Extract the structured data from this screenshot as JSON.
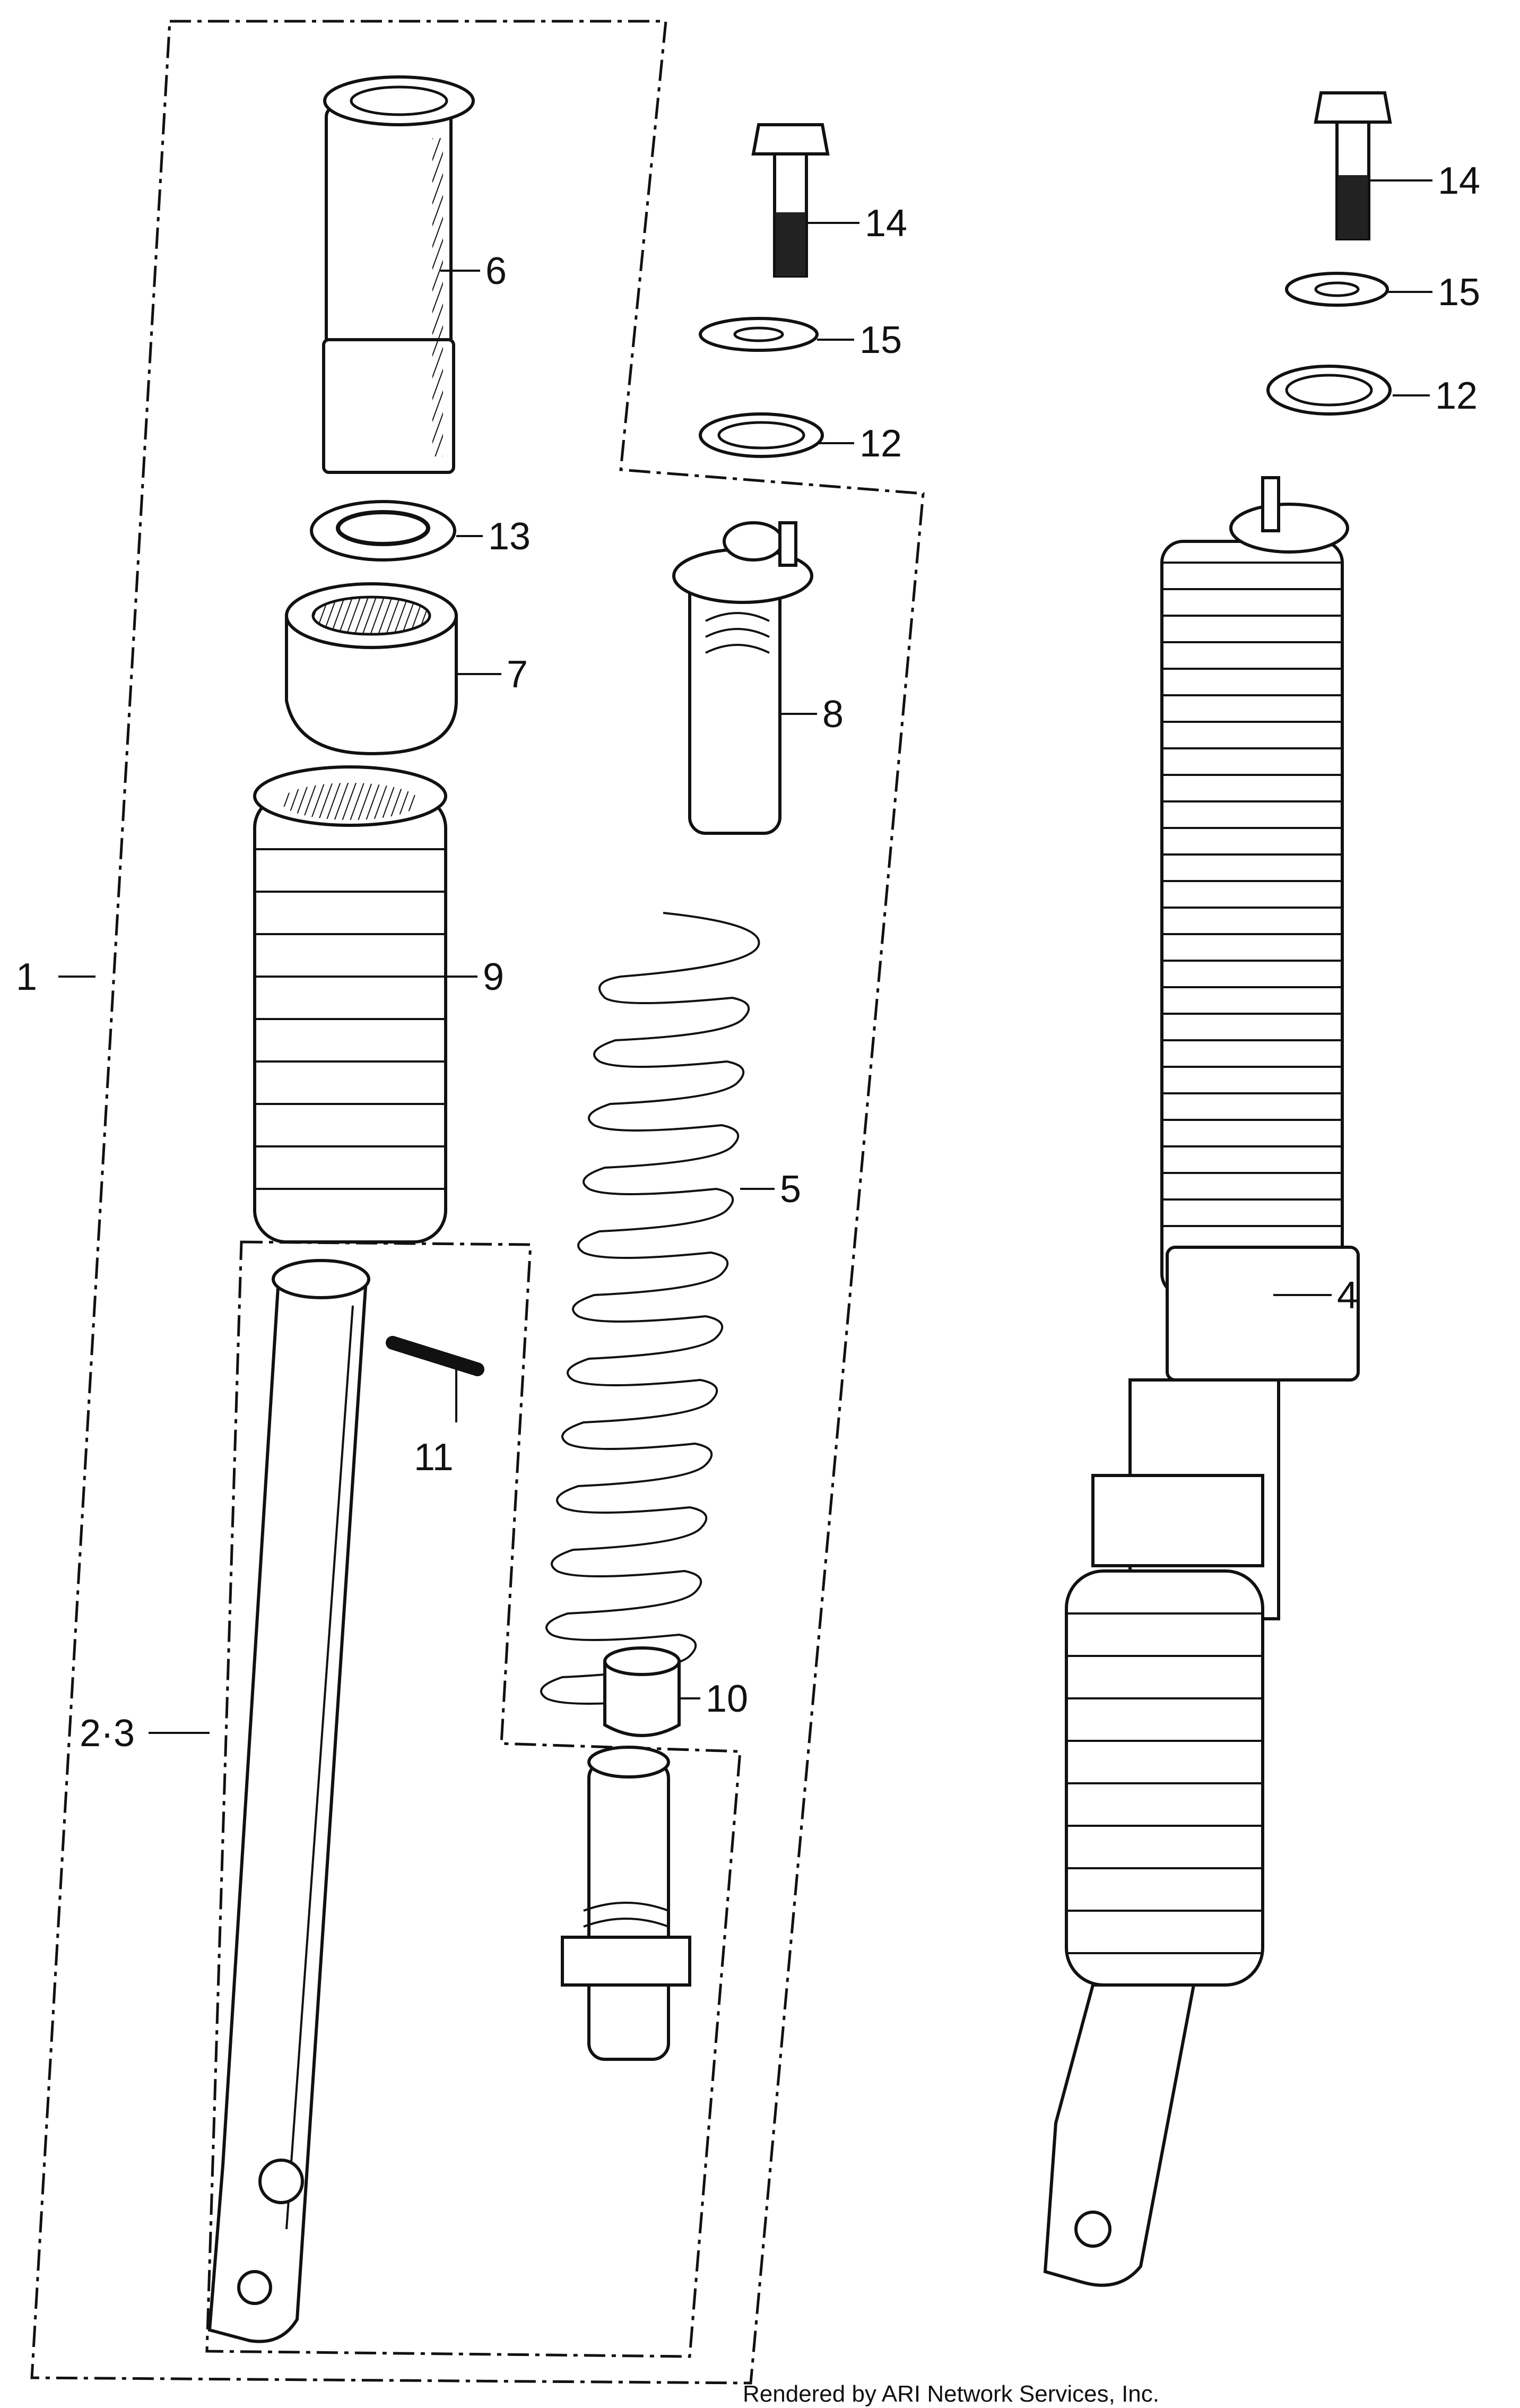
{
  "labels": {
    "p1": "1",
    "p23": "2·3",
    "p4": "4",
    "p5": "5",
    "p6": "6",
    "p7": "7",
    "p8": "8",
    "p9": "9",
    "p10": "10",
    "p11": "11",
    "p12a": "12",
    "p12b": "12",
    "p13": "13",
    "p14a": "14",
    "p14b": "14",
    "p15a": "15",
    "p15b": "15"
  },
  "footer": {
    "credit": "Rendered by ARI Network Services, Inc."
  }
}
